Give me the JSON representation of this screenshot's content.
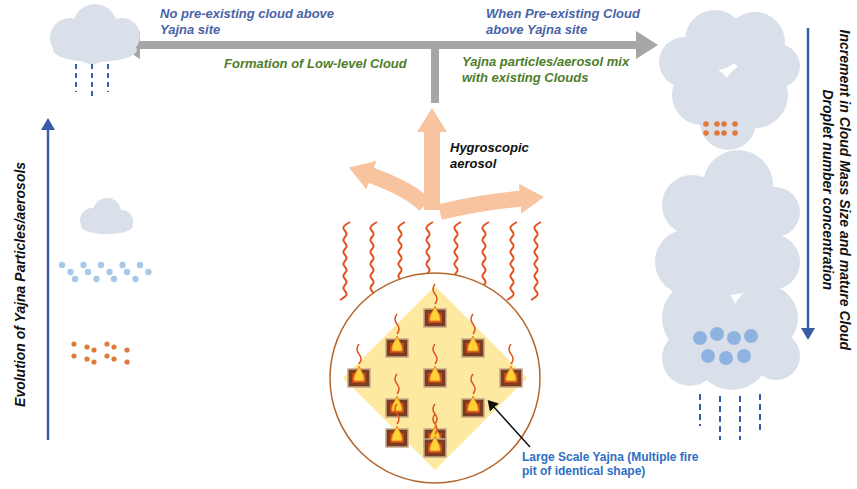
{
  "diagram": {
    "labels": [
      "No pre-existing cloud above Yajna site",
      "When Pre-existing Cloud above Yajna site",
      "Formation of Low-level Cloud",
      "Yajna particles/aerosol mix with existing Clouds",
      "Hygroscopic aerosol",
      "Large Scale Yajna (Multiple fire pit of identical shape)",
      "Evolution of Yajna Particles/aerosols",
      "Increment in Cloud Mass Size and mature Cloud Droplet number concentration"
    ]
  }
}
